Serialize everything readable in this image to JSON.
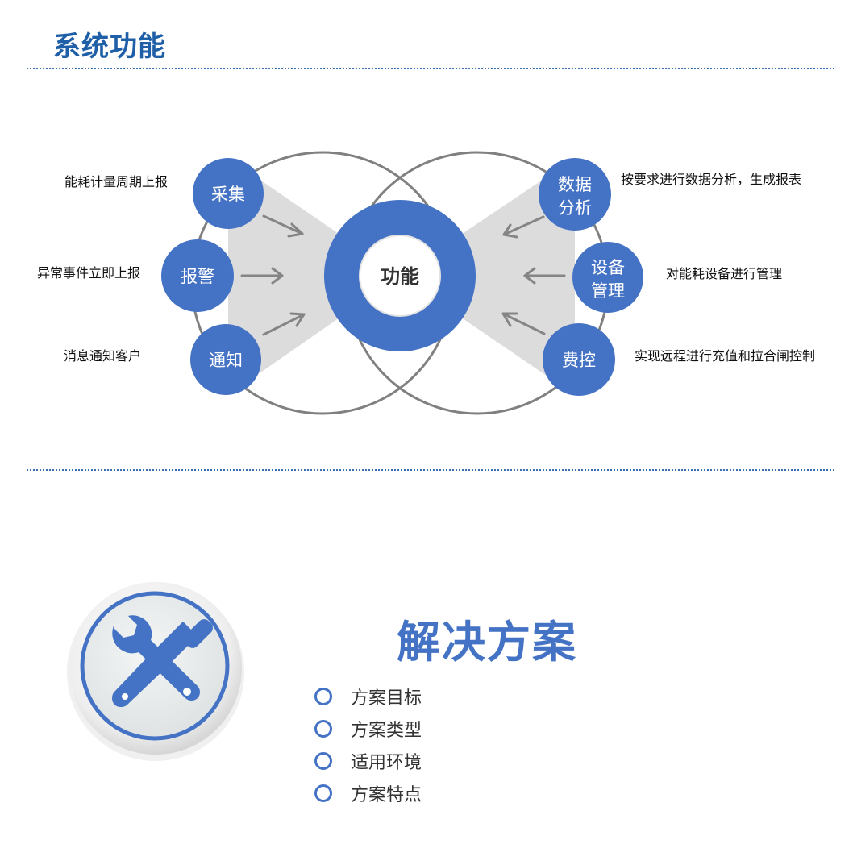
{
  "page": {
    "title": "系统功能"
  },
  "diagram": {
    "center": "功能",
    "nodes": {
      "collect": {
        "label": "采集",
        "desc": "能耗计量周期上报"
      },
      "alarm": {
        "label": "报警",
        "desc": "异常事件立即上报"
      },
      "notify": {
        "label": "通知",
        "desc": "消息通知客户"
      },
      "analysis": {
        "label_lines": [
          "数据",
          "分析"
        ],
        "desc": "按要求进行数据分析，生成报表"
      },
      "device": {
        "label_lines": [
          "设备",
          "管理"
        ],
        "desc": "对能耗设备进行管理"
      },
      "billing": {
        "label": "费控",
        "desc": "实现远程进行充值和拉合闸控制"
      }
    }
  },
  "solution": {
    "title": "解决方案",
    "items": [
      "方案目标",
      "方案类型",
      "适用环境",
      "方案特点"
    ]
  },
  "colors": {
    "accent": "#4472c4",
    "title": "#1f5fa8",
    "ring": "#808080",
    "fan": "#dcdcdc",
    "arrow": "#858585"
  },
  "icons": {
    "badge": "wrench-screwdriver-icon",
    "bullet": "ring-bullet-icon"
  }
}
